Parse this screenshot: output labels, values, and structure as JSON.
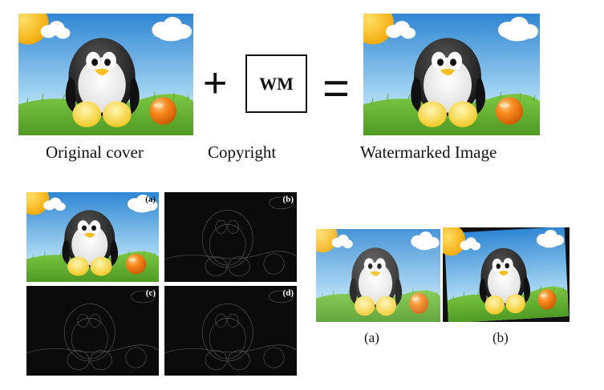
{
  "top_row": {
    "original_caption": "Original cover",
    "copyright_caption": "Copyright",
    "watermark_box_text": "WM",
    "watermarked_caption": "Watermarked Image",
    "plus_symbol": "+",
    "equals_symbol": "="
  },
  "decomposition": {
    "labels": [
      "(a)",
      "(b)",
      "(c)",
      "(d)"
    ]
  },
  "attacks": {
    "labels": [
      "(a)",
      "(b)"
    ]
  },
  "colors": {
    "sky_top": "#3a8fd6",
    "sky_bottom": "#bfe3f7",
    "grass": "#6fbf3a",
    "sun": "#f7b400",
    "ball": "#f27a12",
    "dark_panel": "#0b0b0b"
  }
}
